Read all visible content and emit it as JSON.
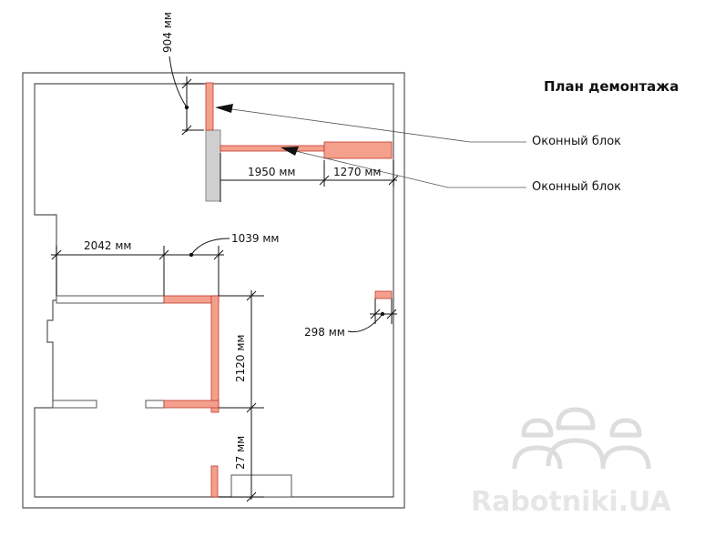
{
  "title": "План демонтажа",
  "labels": {
    "window_block_1": "Оконный блок",
    "window_block_2": "Оконный блок"
  },
  "dimensions": {
    "d904": "904 мм",
    "d1950": "1950 мм",
    "d1270": "1270 мм",
    "d2042": "2042 мм",
    "d1039": "1039 мм",
    "d298": "298 мм",
    "d2120": "2120 мм",
    "d27": "27 мм"
  },
  "watermark": "Rabotniki.UA",
  "colors": {
    "demolition": "#f4a08c",
    "demolition_stroke": "#c0392b",
    "wall": "#ffffff",
    "wall_stroke": "#555555"
  }
}
